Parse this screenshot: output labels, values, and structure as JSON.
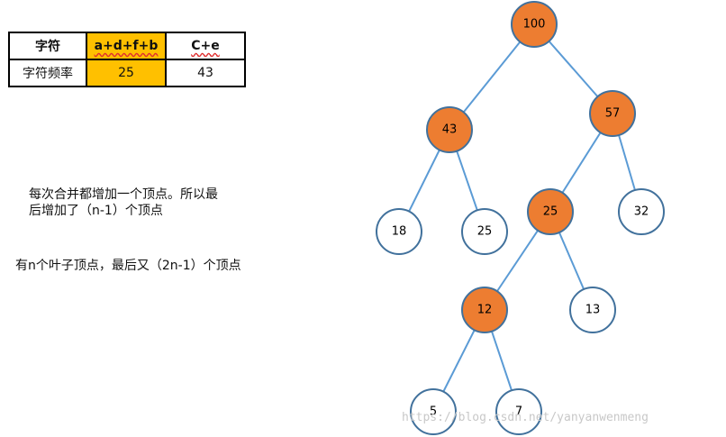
{
  "table": {
    "header": [
      "字符",
      "a+d+f+b",
      "C+e"
    ],
    "row": [
      "字符频率",
      "25",
      "43"
    ]
  },
  "notes": {
    "line1": "每次合并都增加一个顶点。所以最",
    "line2": "后增加了（n-1）个顶点",
    "line3": "有n个叶子顶点，最后又（2n-1）个顶点"
  },
  "tree": {
    "nodes": [
      {
        "id": "n100",
        "label": "100",
        "filled": true
      },
      {
        "id": "n43",
        "label": "43",
        "filled": true
      },
      {
        "id": "n57",
        "label": "57",
        "filled": true
      },
      {
        "id": "n18",
        "label": "18",
        "filled": false
      },
      {
        "id": "n25a",
        "label": "25",
        "filled": false
      },
      {
        "id": "n25b",
        "label": "25",
        "filled": true
      },
      {
        "id": "n32",
        "label": "32",
        "filled": false
      },
      {
        "id": "n12",
        "label": "12",
        "filled": true
      },
      {
        "id": "n13",
        "label": "13",
        "filled": false
      },
      {
        "id": "n5",
        "label": "5",
        "filled": false
      },
      {
        "id": "n7",
        "label": "7",
        "filled": false
      }
    ],
    "edges": [
      [
        "n100",
        "n43"
      ],
      [
        "n100",
        "n57"
      ],
      [
        "n43",
        "n18"
      ],
      [
        "n43",
        "n25a"
      ],
      [
        "n57",
        "n25b"
      ],
      [
        "n57",
        "n32"
      ],
      [
        "n25b",
        "n12"
      ],
      [
        "n25b",
        "n13"
      ],
      [
        "n12",
        "n5"
      ],
      [
        "n12",
        "n7"
      ]
    ],
    "colors": {
      "filled": "#ed7d31",
      "edge": "#5b9bd5",
      "outline": "#41719c"
    }
  },
  "watermark": "https://blog.csdn.net/yanyanwenmeng"
}
